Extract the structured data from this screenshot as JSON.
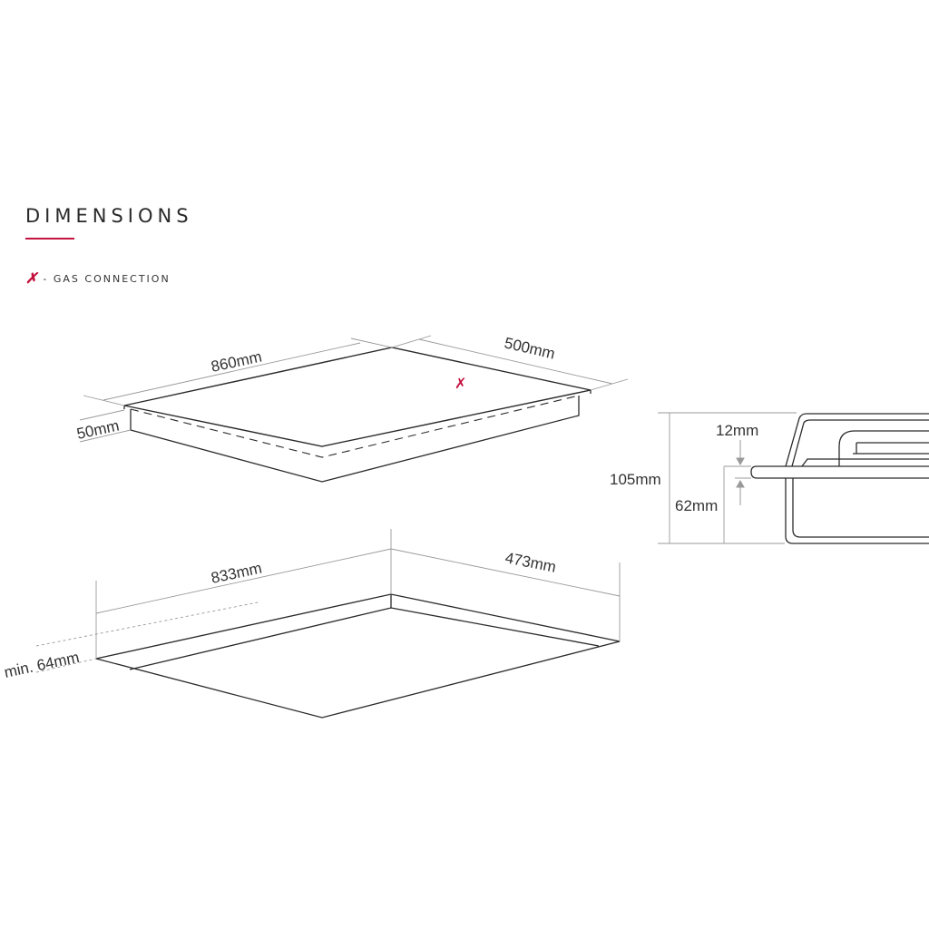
{
  "heading": {
    "title": "DIMENSIONS"
  },
  "legend": {
    "mark": "✗",
    "label": "- GAS CONNECTION"
  },
  "colors": {
    "accent": "#c4123f",
    "line": "#2b2b2b",
    "guide": "#999999"
  },
  "hob": {
    "width": "860mm",
    "depth": "500mm",
    "thickness": "50mm",
    "gas_mark": "✗"
  },
  "cutout": {
    "width": "833mm",
    "depth": "473mm",
    "min_depth": "min. 64mm"
  },
  "side_view": {
    "total_height": "105mm",
    "top_height": "12mm",
    "below_height": "62mm"
  }
}
